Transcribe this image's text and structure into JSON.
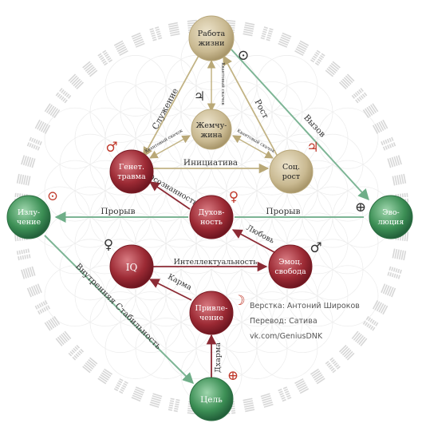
{
  "colors": {
    "gold": "#c9b991",
    "red": "#9c2a34",
    "green": "#3c8f55",
    "green_line": "#7db595",
    "red_line": "#8c2a34",
    "gold_line": "#c2b384",
    "symbol_red": "#c0392b",
    "symbol_dark": "#333333"
  },
  "nodes": {
    "rabota": {
      "label1": "Работа",
      "label2": "жизни",
      "symbol": "⊙"
    },
    "zhemchuzhina": {
      "label1": "Жемчу-",
      "label2": "жина",
      "symbol": "♃"
    },
    "genet": {
      "label1": "Генет.",
      "label2": "травма",
      "symbol": "♂"
    },
    "socrost": {
      "label1": "Соц.",
      "label2": "рост",
      "symbol": "♃"
    },
    "izluchenie": {
      "label1": "Излу-",
      "label2": "чение",
      "symbol": "⊙"
    },
    "evolyuciya": {
      "label1": "Эво-",
      "label2": "люция",
      "symbol": "⊕"
    },
    "duhovnost": {
      "label1": "Духов-",
      "label2": "ность",
      "symbol": "♀"
    },
    "iq": {
      "label1": "IQ",
      "symbol": "♀"
    },
    "emoc": {
      "label1": "Эмоц.",
      "label2": "свобода",
      "symbol": "♂"
    },
    "privlechenie": {
      "label1": "Привле-",
      "label2": "чение",
      "symbol": "☽"
    },
    "cel": {
      "label1": "Цель",
      "symbol": "⊕"
    }
  },
  "edges": {
    "sluzhenie": "Служение",
    "rost": "Рост",
    "vyzov": "Вызов",
    "iniciativa": "Инициатива",
    "kvant_top": "Квантовый скачок",
    "kvant_left": "Квантовый скачок",
    "kvant_right": "Квантовый скачок",
    "proryv_left": "Прорыв",
    "proryv_right": "Прорыв",
    "osoznannost": "Осознанность",
    "lyubov": "Любовь",
    "intellekt": "Интеллектуальность",
    "karma": "Карма",
    "dharma": "Дхарма",
    "vnutr": "Внутренняя Стабильность"
  },
  "credits": {
    "line1": "Верстка: Антоний Широков",
    "line2": "Перевод: Сатива",
    "line3": "vk.com/GeniusDNK"
  }
}
